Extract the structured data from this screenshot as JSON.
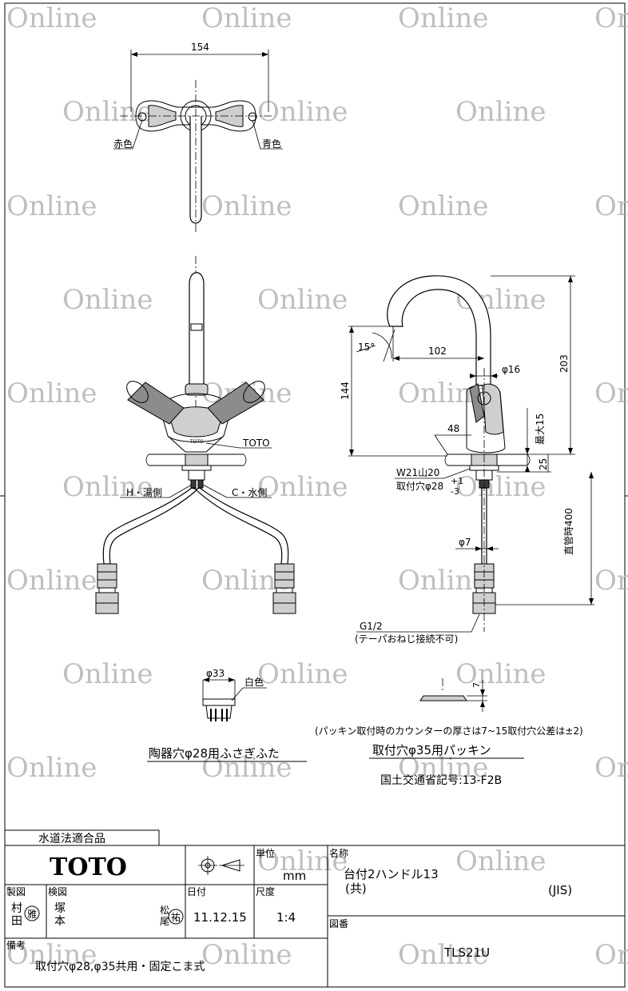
{
  "watermark": "Online",
  "dims": {
    "top_width": "154",
    "angle": "15°",
    "reach": "102",
    "height_total": "203",
    "height_spout": "144",
    "pipe_dia": "φ16",
    "max_thickness": "最大15",
    "base": "48",
    "thread": "W21山20",
    "hole": "取付穴φ28",
    "hole_tol_plus": "+1",
    "hole_tol_minus": "-3",
    "gap25": "25",
    "supply_len": "直管時400",
    "supply_dia": "φ7",
    "supply_thread": "G1/2",
    "supply_note": "(テーパおねじ接続不可)",
    "cap_dia": "φ33",
    "gasket_thk": "7"
  },
  "labels": {
    "red": "赤色",
    "blue": "青色",
    "toto_mark": "TOTO",
    "hot": "H・湯側",
    "cold": "C・水側",
    "white": "白色",
    "cap_caption": "陶器穴φ28用ふさぎふた",
    "gasket_note": "(パッキン取付時のカウンターの厚さは7~15取付穴公差は±2)",
    "gasket_caption": "取付穴φ35用パッキン",
    "mlit_code": "国土交通省記号:13-F2B"
  },
  "title_block": {
    "conformity": "水道法適合品",
    "brand": "TOTO",
    "unit_label": "単位",
    "unit_value": "mm",
    "name_label": "名称",
    "name_line1": "台付2ハンドル13",
    "name_line2": "(共)",
    "name_std": "(JIS)",
    "drafter_label": "製図",
    "drafter_names": [
      "村",
      "田"
    ],
    "drafter_stamp": "雅",
    "checker_label": "検図",
    "checker_names": [
      "塚",
      "本"
    ],
    "checker_stamp_names": [
      "松",
      "尾"
    ],
    "checker_stamp": "祐",
    "date_label": "日付",
    "date_value": "11.12.15",
    "scale_label": "尺度",
    "scale_value": "1:4",
    "drawing_no_label": "図番",
    "drawing_no": "TLS21U",
    "remarks_label": "備考",
    "remarks": "取付穴φ28,φ35共用・固定こま式"
  }
}
